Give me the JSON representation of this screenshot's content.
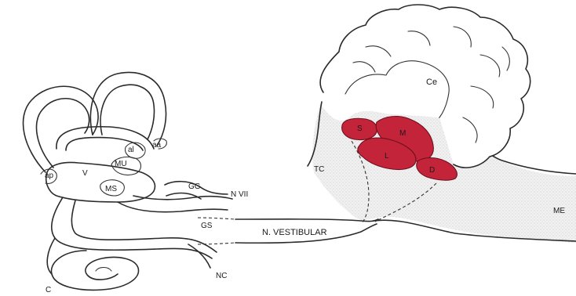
{
  "colors": {
    "nuclei_fill": "#c4243a",
    "nuclei_stroke": "#6e0f1d",
    "ink": "#2a2a2a",
    "stipple": "#b9b9b9"
  },
  "labels": {
    "ce": "Ce",
    "s": "S",
    "m": "M",
    "l": "L",
    "d": "D",
    "tc": "TC",
    "me": "ME",
    "n_vestibular": "N. VESTIBULAR",
    "aa": "aa",
    "al": "al",
    "mu": "MU",
    "v": "V",
    "ap": "ap",
    "ms": "MS",
    "gg": "GG",
    "n_vii": "N VII",
    "gs": "GS",
    "nc": "NC",
    "c": "C"
  }
}
